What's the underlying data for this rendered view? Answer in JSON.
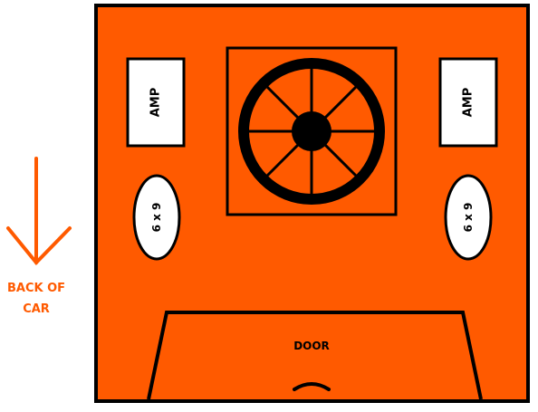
{
  "colors": {
    "box_fill": "#ff5a00",
    "outline": "#000000",
    "panel_fill": "#ffffff",
    "annotation": "#ff5a00",
    "background": "#ffffff"
  },
  "amp_left": {
    "label": "AMP"
  },
  "amp_right": {
    "label": "AMP"
  },
  "speaker_left": {
    "label": "6 x 9"
  },
  "speaker_right": {
    "label": "6 x 9"
  },
  "door": {
    "label": "DOOR"
  },
  "direction": {
    "line1": "BACK OF",
    "line2": "CAR",
    "icon": "arrow-down-icon"
  }
}
